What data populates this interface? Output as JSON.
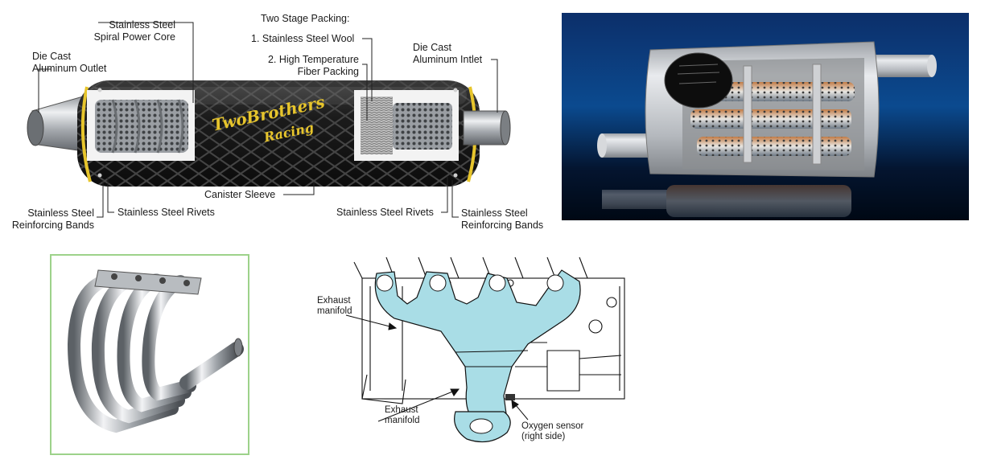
{
  "muffler_diagram": {
    "labels": {
      "die_cast_outlet": "Die Cast\nAluminum Outlet",
      "spiral_core": "Stainless Steel\nSpiral Power Core",
      "packing_title": "Two Stage Packing:",
      "packing_1": "1. Stainless Steel Wool",
      "packing_2": "2. High Temperature\nFiber Packing",
      "die_cast_inlet": "Die Cast\nAluminum Intlet",
      "bands_left": "Stainless Steel\nReinforcing Bands",
      "rivets_left": "Stainless Steel Rivets",
      "canister": "Canister Sleeve",
      "rivets_right": "Stainless Steel Rivets",
      "bands_right": "Stainless Steel\nReinforcing Bands"
    },
    "brand_logo": "TwoBrothers Racing"
  },
  "manifold_diagram": {
    "labels": {
      "exhaust_top": "Exhaust\nmanifold",
      "exhaust_bottom": "Exhaust\nmanifold",
      "oxygen_sensor": "Oxygen sensor\n(right side)"
    }
  },
  "colors": {
    "manifold_fill": "#a9dde6",
    "photo_bg_top": "#0c2f6a",
    "photo_bg_bottom": "#000814",
    "header_frame": "#9dd28a",
    "chrome": "#c9ccd0",
    "carbon": "#1f1f1f",
    "gold_trim": "#e7c52c"
  }
}
